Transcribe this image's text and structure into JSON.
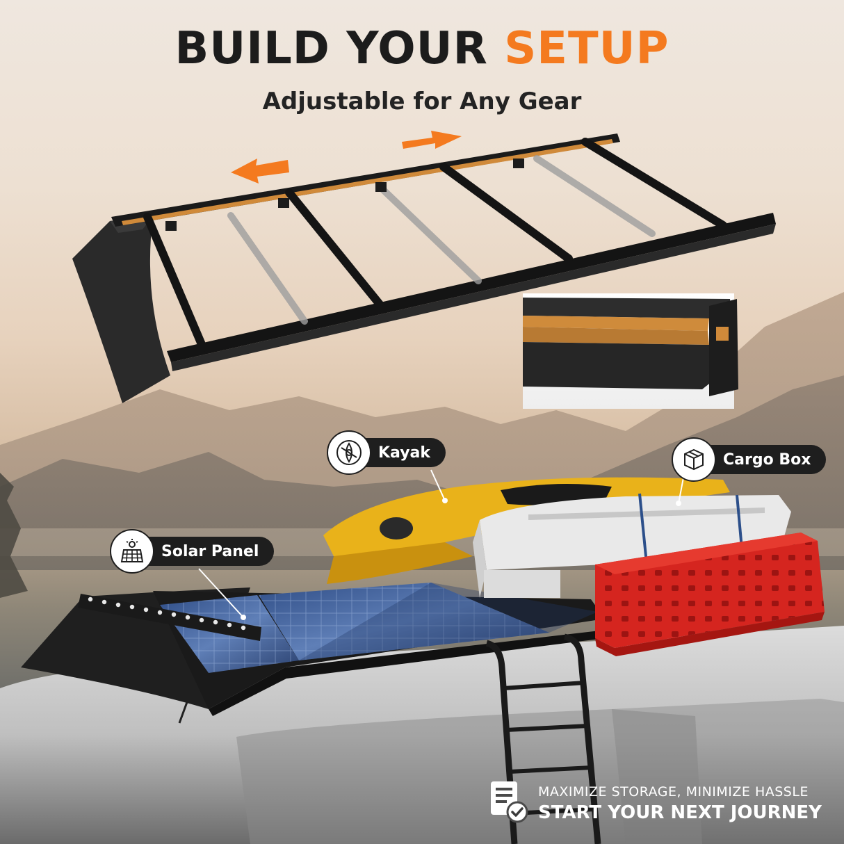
{
  "headline": {
    "part1": "BUILD YOUR",
    "part2": "SETUP"
  },
  "subheadline": "Adjustable for Any Gear",
  "callouts": {
    "kayak": "Kayak",
    "cargo_box": "Cargo Box",
    "solar_panel": "Solar Panel"
  },
  "footer": {
    "line1": "MAXIMIZE STORAGE, MINIMIZE HASSLE",
    "line2": "START YOUR NEXT JOURNEY"
  },
  "colors": {
    "accent": "#f47a1f",
    "dark": "#1e1e1e",
    "rack": "#161616",
    "cargo_red": "#d5251f",
    "kayak_yellow": "#e9b21a"
  },
  "icons": [
    "kayak-icon",
    "cargo-box-icon",
    "solar-panel-icon",
    "checklist-icon",
    "arrow-left-icon",
    "arrow-right-icon"
  ]
}
